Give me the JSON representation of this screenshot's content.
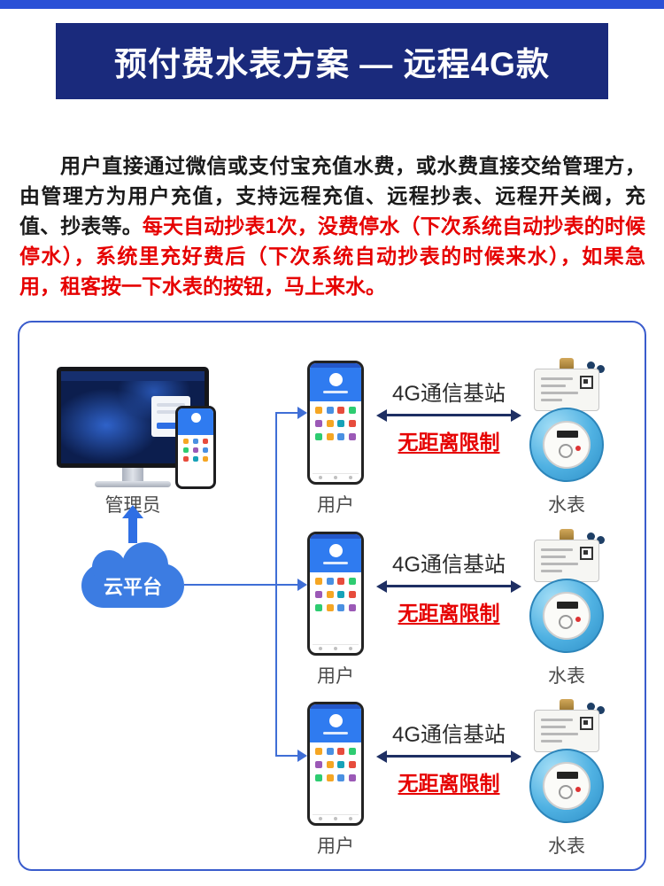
{
  "banner": {
    "title": "预付费水表方案 — 远程4G款"
  },
  "intro": {
    "text_black": "用户直接通过微信或支付宝充值水费，或水费直接交给管理方，由管理方为用户充值，支持远程充值、远程抄表、远程开关阀，充值、抄表等。",
    "text_red": "每天自动抄表1次，没费停水（下次系统自动抄表的时候停水），系统里充好费后（下次系统自动抄表的时候来水），如果急用，租客按一下水表的按钮，马上来水。"
  },
  "diagram": {
    "admin_label": "管理员",
    "cloud_label": "云平台",
    "rows": [
      {
        "station_label": "4G通信基站",
        "limit_label": "无距离限制",
        "user_label": "用户",
        "meter_label": "水表"
      },
      {
        "station_label": "4G通信基站",
        "limit_label": "无距离限制",
        "user_label": "用户",
        "meter_label": "水表"
      },
      {
        "station_label": "4G通信基站",
        "limit_label": "无距离限制",
        "user_label": "用户",
        "meter_label": "水表"
      }
    ]
  },
  "colors": {
    "top_stripe": "#2a50d6",
    "banner_bg": "#1a2a7c",
    "accent_red": "#e60000",
    "diagram_border": "#3a5ccc",
    "connector_blue": "#3f6ed6",
    "double_arrow_navy": "#1e2f63",
    "cloud_blue": "#3c7ce2"
  }
}
